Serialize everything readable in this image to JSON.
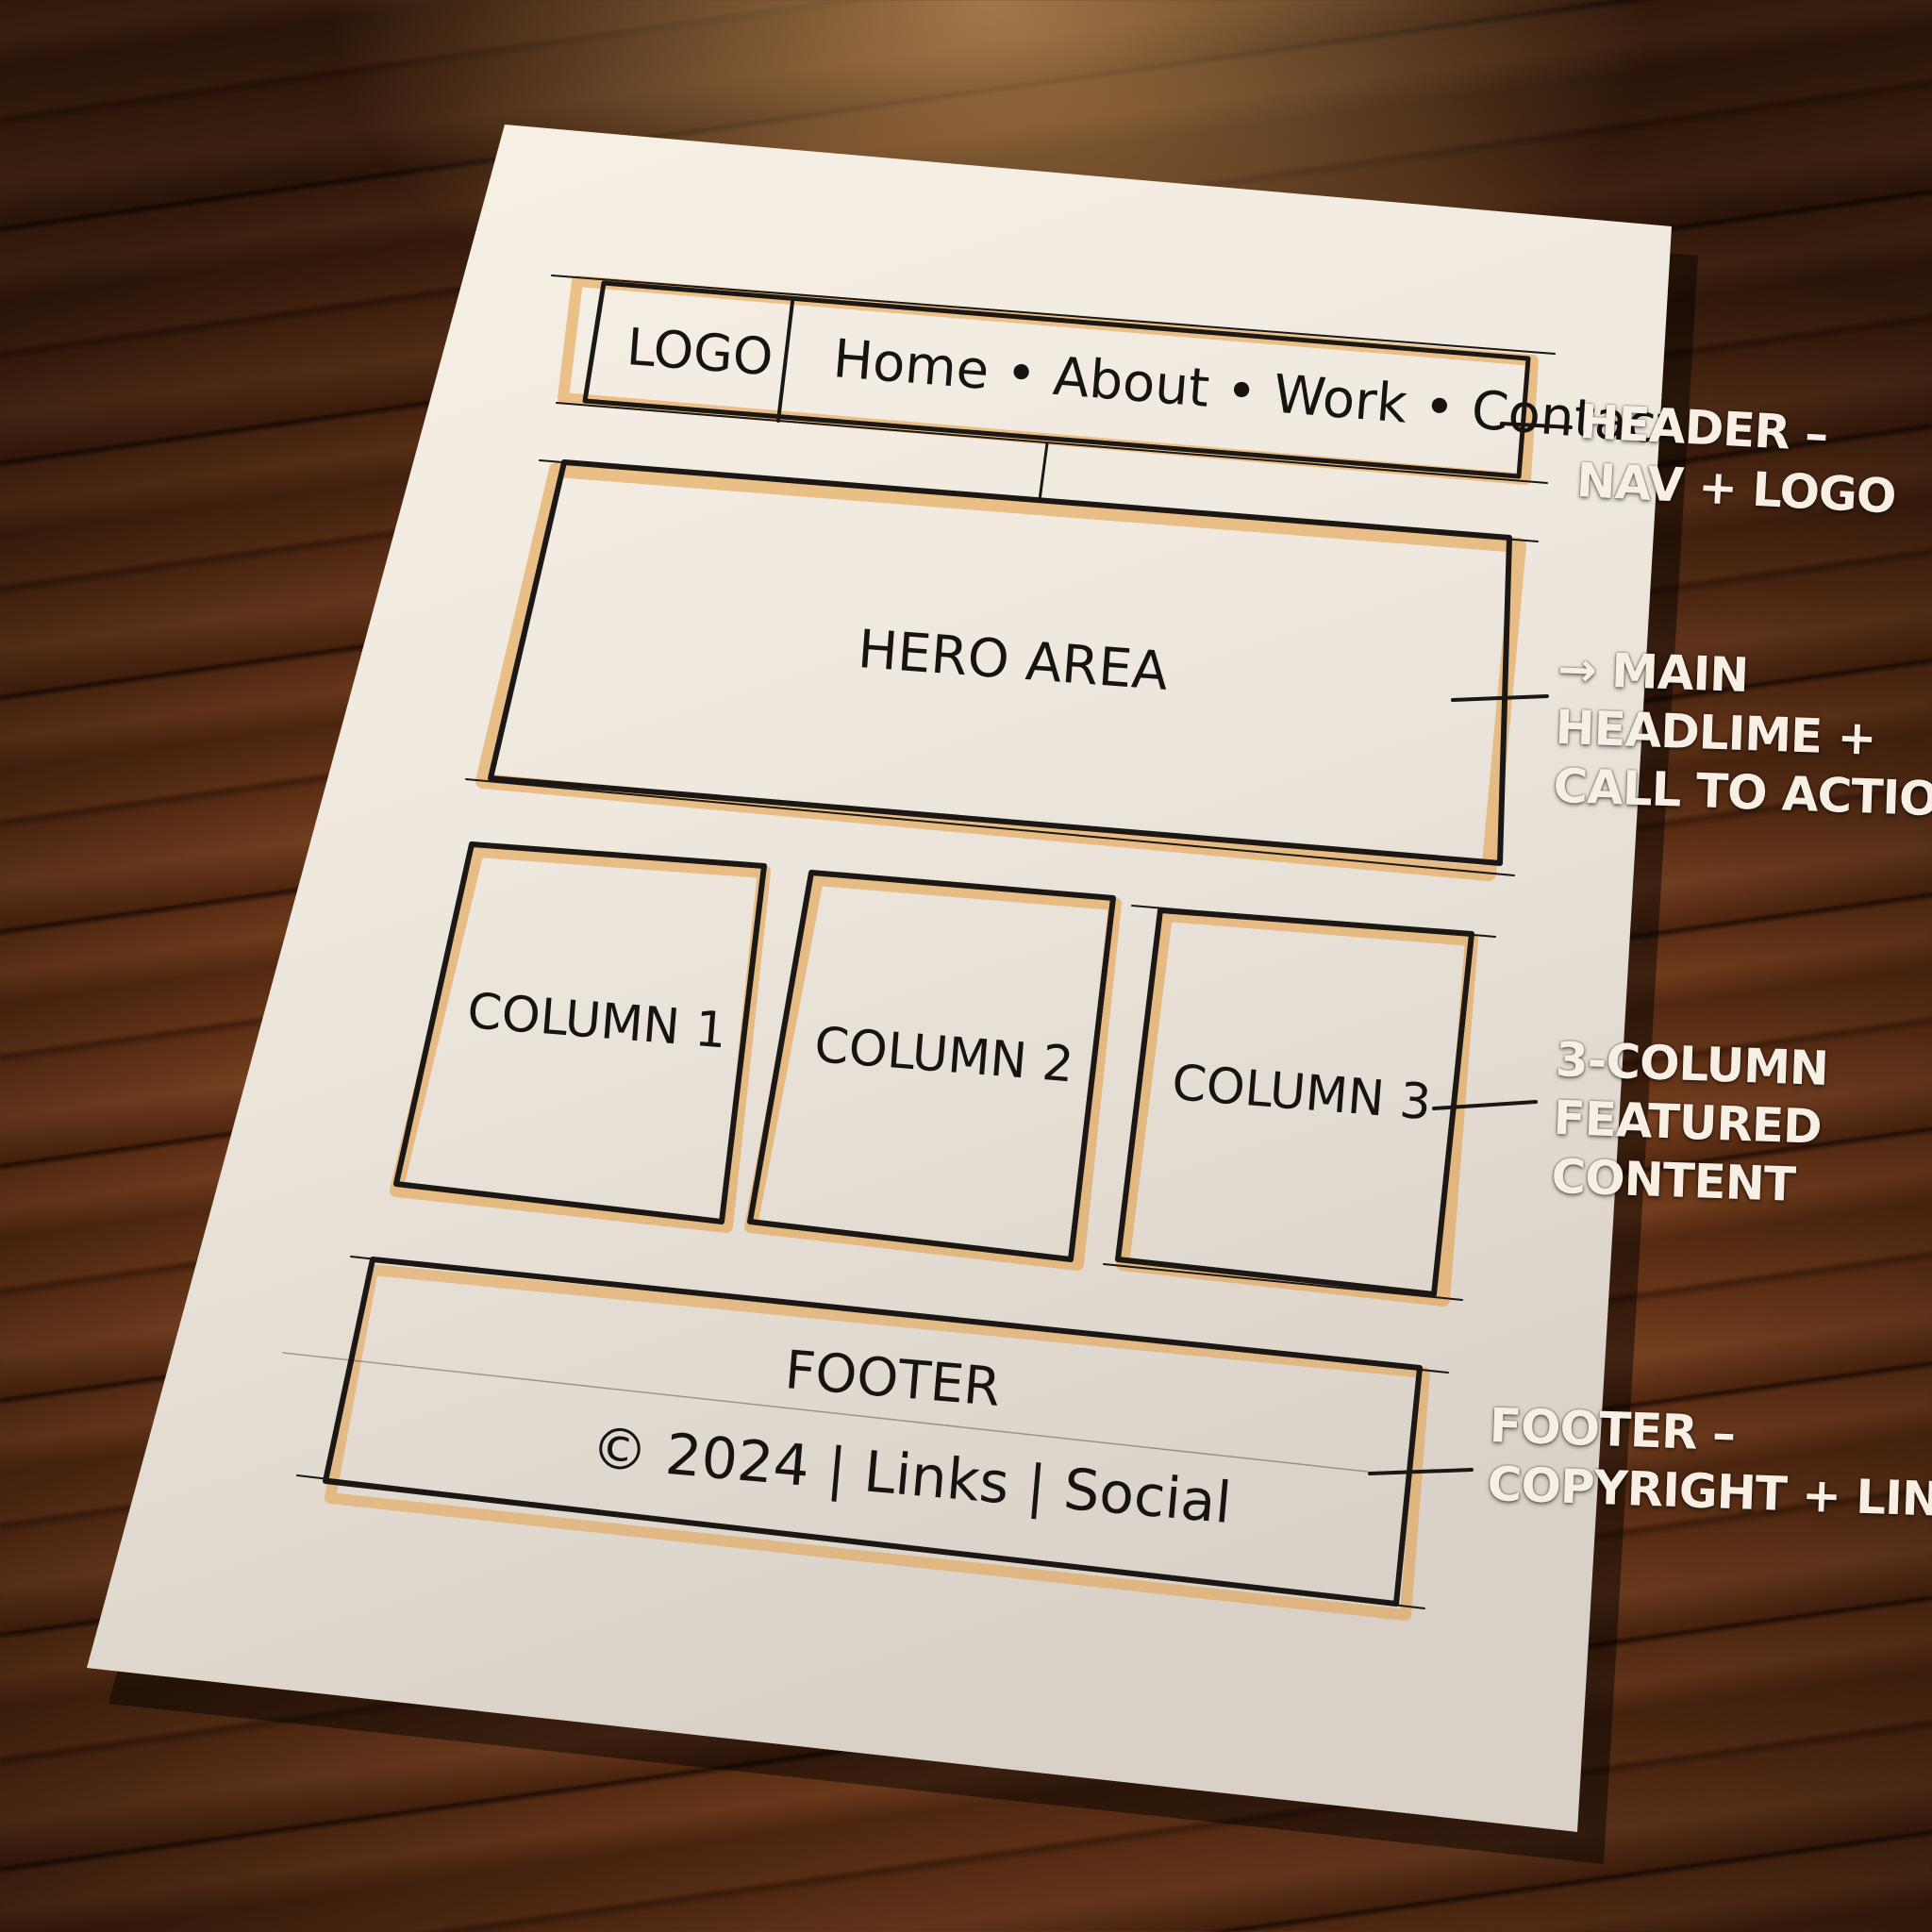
{
  "wireframe": {
    "header": {
      "logo": "LOGO",
      "nav": [
        "Home",
        "About",
        "Work",
        "Contact"
      ],
      "separator": "•"
    },
    "hero": {
      "label": "HERO AREA"
    },
    "columns": [
      {
        "label": "COLUMN 1"
      },
      {
        "label": "COLUMN 2"
      },
      {
        "label": "COLUMN 3"
      }
    ],
    "footer": {
      "title": "FOOTER",
      "copyright": "© 2024",
      "divider": "|",
      "links": "Links",
      "social": "Social"
    }
  },
  "annotations": {
    "header": [
      "HEADER –",
      "NAV + LOGO"
    ],
    "hero": [
      "→ MAIN",
      "HEADLIME +",
      "CALL TO ACTION"
    ],
    "columns": [
      "3-COLUMN",
      "FEATURED",
      "CONTENT"
    ],
    "footer": [
      "FOOTER –",
      "COPYRIGHT + LINKS"
    ]
  },
  "colors": {
    "paper": "#f1ebe3",
    "ink": "#1a1714",
    "accent": "#e39a3c",
    "wood": "#6a3517",
    "chalk": "#f7efe4"
  }
}
